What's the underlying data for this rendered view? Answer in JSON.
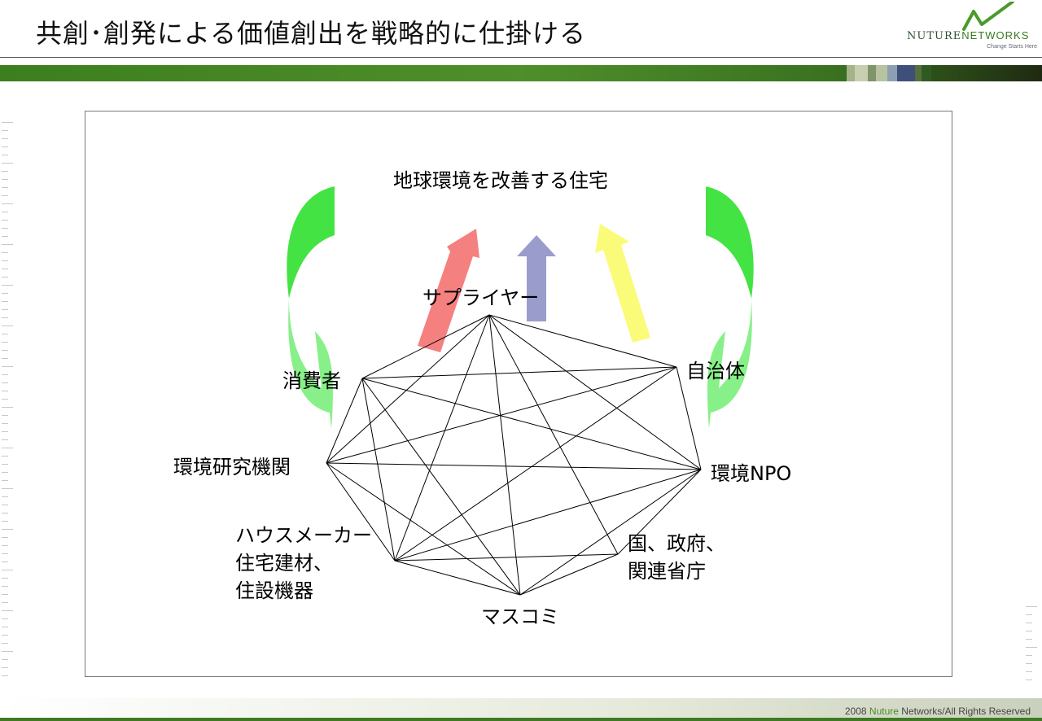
{
  "header": {
    "title": "共創･創発による価値創出を戦略的に仕掛ける",
    "logo_word_a": "NUTURE",
    "logo_word_b": "NETWORKS",
    "logo_tagline": "Change Starts Here"
  },
  "diagram": {
    "goal": "地球環境を改善する住宅",
    "nodes": [
      {
        "id": "supplier",
        "label": "サプライヤー"
      },
      {
        "id": "municipality",
        "label": "自治体"
      },
      {
        "id": "env-npo",
        "label": "環境NPO"
      },
      {
        "id": "government",
        "label": "国、政府、\n関連省庁"
      },
      {
        "id": "mass-media",
        "label": "マスコミ"
      },
      {
        "id": "house-maker",
        "label": "ハウスメーカー\n住宅建材、\n住設機器"
      },
      {
        "id": "env-research",
        "label": "環境研究機関"
      },
      {
        "id": "consumer",
        "label": "消費者"
      }
    ],
    "edges": [
      [
        "supplier",
        "municipality"
      ],
      [
        "supplier",
        "env-npo"
      ],
      [
        "supplier",
        "government"
      ],
      [
        "supplier",
        "mass-media"
      ],
      [
        "supplier",
        "house-maker"
      ],
      [
        "supplier",
        "env-research"
      ],
      [
        "supplier",
        "consumer"
      ],
      [
        "consumer",
        "municipality"
      ],
      [
        "consumer",
        "env-npo"
      ],
      [
        "consumer",
        "mass-media"
      ],
      [
        "consumer",
        "house-maker"
      ],
      [
        "consumer",
        "env-research"
      ],
      [
        "env-research",
        "env-npo"
      ],
      [
        "env-research",
        "municipality"
      ],
      [
        "env-research",
        "house-maker"
      ],
      [
        "env-research",
        "mass-media"
      ],
      [
        "house-maker",
        "municipality"
      ],
      [
        "house-maker",
        "env-npo"
      ],
      [
        "house-maker",
        "government"
      ],
      [
        "house-maker",
        "mass-media"
      ],
      [
        "mass-media",
        "government"
      ],
      [
        "mass-media",
        "env-npo"
      ],
      [
        "government",
        "env-npo"
      ],
      [
        "municipality",
        "env-npo"
      ]
    ],
    "arrow_colors": {
      "red": "#f58080",
      "blue": "#9a9ccc",
      "yellow": "#fbfb7a",
      "green_dark": "#44e344",
      "green_light": "#88f088"
    }
  },
  "footer": {
    "year": "2008",
    "brand": "Nuture",
    "rest": "Networks/All Rights Reserved"
  }
}
